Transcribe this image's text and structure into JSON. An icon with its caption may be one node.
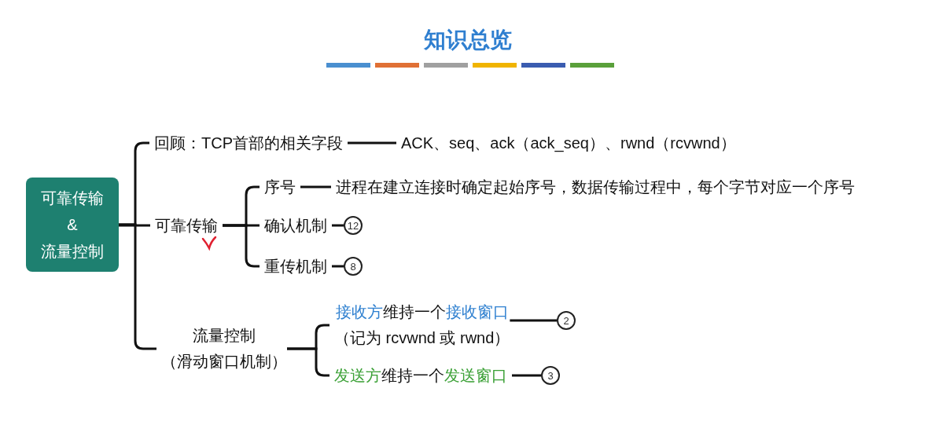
{
  "diagram": {
    "title": "知识总览",
    "nodes": [
      {
        "text": [
          "可靠传输 & 流量控制"
        ]
      },
      {
        "text": [
          "回顾：TCP首部的相关字段"
        ]
      },
      {
        "text": [
          "ACK、seq、ack（ack_seq）、rwnd（rcvwnd）"
        ]
      },
      {
        "text": [
          "可靠传输"
        ]
      },
      {
        "text": [
          "序号"
        ]
      },
      {
        "text": [
          "进程在建立连接时确定起始序号，数据传输过程中，每个字节对应一个序号"
        ]
      },
      {
        "text": [
          "确认机制"
        ]
      },
      {
        "text": [
          "12"
        ]
      },
      {
        "text": [
          "重传机制"
        ]
      },
      {
        "text": [
          "8"
        ]
      },
      {
        "text": [
          "流量控制",
          "（滑动窗口机制）"
        ]
      },
      {
        "text": [
          "**接收方**维持一个**接收窗口**",
          "（记为 rcvwnd 或 rwnd）"
        ]
      },
      {
        "text": [
          "2"
        ]
      },
      {
        "text": [
          "**发送方**维持一个**发送窗口**"
        ]
      },
      {
        "text": [
          "3"
        ]
      }
    ],
    "edges": [
      {
        "from": 0,
        "to": 1,
        "arrow": "none"
      },
      {
        "from": 0,
        "to": 3,
        "arrow": "none"
      },
      {
        "from": 0,
        "to": 10,
        "arrow": "none"
      },
      {
        "from": 1,
        "to": 2,
        "arrow": "none"
      },
      {
        "from": 3,
        "to": 4,
        "arrow": "none"
      },
      {
        "from": 3,
        "to": 6,
        "arrow": "none"
      },
      {
        "from": 3,
        "to": 8,
        "arrow": "none"
      },
      {
        "from": 4,
        "to": 5,
        "arrow": "none"
      },
      {
        "from": 6,
        "to": 7,
        "arrow": "none"
      },
      {
        "from": 8,
        "to": 9,
        "arrow": "none"
      },
      {
        "from": 10,
        "to": 11,
        "arrow": "none"
      },
      {
        "from": 10,
        "to": 13,
        "arrow": "none"
      },
      {
        "from": 11,
        "to": 12,
        "arrow": "none"
      },
      {
        "from": 13,
        "to": 14,
        "arrow": "none"
      }
    ]
  }
}
